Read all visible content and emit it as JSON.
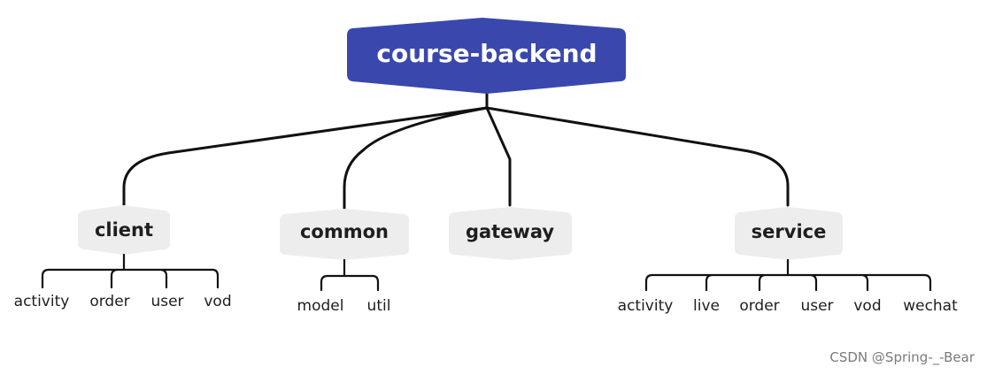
{
  "root": {
    "label": "course-backend",
    "color": "#3a48ad"
  },
  "modules": [
    {
      "label": "client",
      "children": [
        "activity",
        "order",
        "user",
        "vod"
      ]
    },
    {
      "label": "common",
      "children": [
        "model",
        "util"
      ]
    },
    {
      "label": "gateway",
      "children": []
    },
    {
      "label": "service",
      "children": [
        "activity",
        "live",
        "order",
        "user",
        "vod",
        "wechat"
      ]
    }
  ],
  "module_fill": "#ededed",
  "watermark": "CSDN @Spring-_-Bear"
}
